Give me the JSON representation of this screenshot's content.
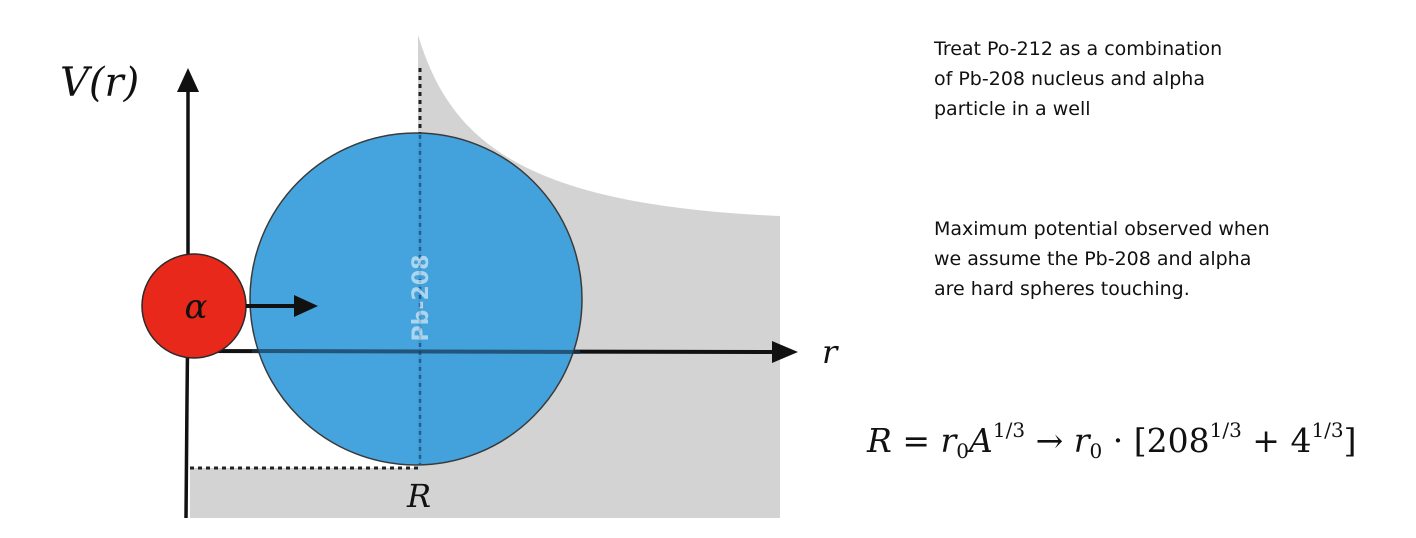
{
  "axes": {
    "y_label": "V(r)",
    "x_label": "r",
    "radius_label": "R"
  },
  "alpha": {
    "symbol": "α",
    "color": "#e8281a"
  },
  "nucleus": {
    "label": "Pb-208",
    "color": "#3b9fdc"
  },
  "potential_fill_color": "#d3d3d3",
  "notes": [
    "Treat Po-212 as a combination\nof Pb-208 nucleus and alpha\nparticle in a well",
    "Maximum potential observed when\nwe assume the Pb-208 and alpha\nare hard spheres touching."
  ],
  "formula": {
    "R": "R",
    "eq": "=",
    "r0": "r",
    "r0_sub": "0",
    "A": "A",
    "exp": "1/3",
    "arrow": "→",
    "dot": "·",
    "bracket_open": "[",
    "n208": "208",
    "plus": "+",
    "n4": "4",
    "bracket_close": "]"
  }
}
